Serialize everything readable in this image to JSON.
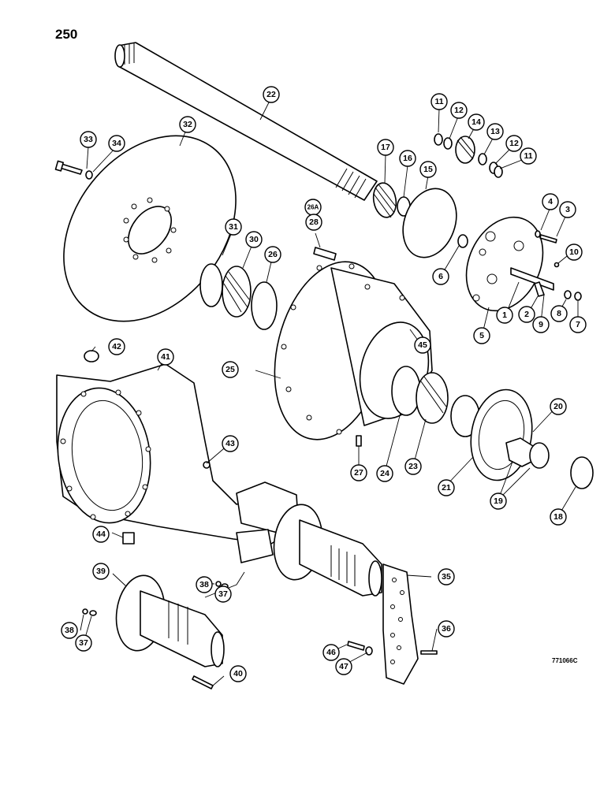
{
  "page": {
    "number": "250",
    "figure_code": "771066C"
  },
  "callouts": [
    {
      "id": "c22",
      "label": "22"
    },
    {
      "id": "c11a",
      "label": "11"
    },
    {
      "id": "c12a",
      "label": "12"
    },
    {
      "id": "c14",
      "label": "14"
    },
    {
      "id": "c13",
      "label": "13"
    },
    {
      "id": "c12b",
      "label": "12"
    },
    {
      "id": "c11b",
      "label": "11"
    },
    {
      "id": "c17",
      "label": "17"
    },
    {
      "id": "c16",
      "label": "16"
    },
    {
      "id": "c15",
      "label": "15"
    },
    {
      "id": "c33",
      "label": "33"
    },
    {
      "id": "c34",
      "label": "34"
    },
    {
      "id": "c32",
      "label": "32"
    },
    {
      "id": "c26a",
      "label": "26A"
    },
    {
      "id": "c28",
      "label": "28"
    },
    {
      "id": "c4",
      "label": "4"
    },
    {
      "id": "c3",
      "label": "3"
    },
    {
      "id": "c10",
      "label": "10"
    },
    {
      "id": "c31",
      "label": "31"
    },
    {
      "id": "c30",
      "label": "30"
    },
    {
      "id": "c26",
      "label": "26"
    },
    {
      "id": "c6",
      "label": "6"
    },
    {
      "id": "c1",
      "label": "1"
    },
    {
      "id": "c2",
      "label": "2"
    },
    {
      "id": "c8",
      "label": "8"
    },
    {
      "id": "c7",
      "label": "7"
    },
    {
      "id": "c9",
      "label": "9"
    },
    {
      "id": "c5",
      "label": "5"
    },
    {
      "id": "c45",
      "label": "45"
    },
    {
      "id": "c42",
      "label": "42"
    },
    {
      "id": "c41",
      "label": "41"
    },
    {
      "id": "c25",
      "label": "25"
    },
    {
      "id": "c20",
      "label": "20"
    },
    {
      "id": "c43",
      "label": "43"
    },
    {
      "id": "c27",
      "label": "27"
    },
    {
      "id": "c24",
      "label": "24"
    },
    {
      "id": "c23",
      "label": "23"
    },
    {
      "id": "c21",
      "label": "21"
    },
    {
      "id": "c19",
      "label": "19"
    },
    {
      "id": "c18",
      "label": "18"
    },
    {
      "id": "c44",
      "label": "44"
    },
    {
      "id": "c39",
      "label": "39"
    },
    {
      "id": "c38a",
      "label": "38"
    },
    {
      "id": "c37a",
      "label": "37"
    },
    {
      "id": "c35",
      "label": "35"
    },
    {
      "id": "c38b",
      "label": "38"
    },
    {
      "id": "c37b",
      "label": "37"
    },
    {
      "id": "c36",
      "label": "36"
    },
    {
      "id": "c46",
      "label": "46"
    },
    {
      "id": "c47",
      "label": "47"
    },
    {
      "id": "c40",
      "label": "40"
    }
  ]
}
